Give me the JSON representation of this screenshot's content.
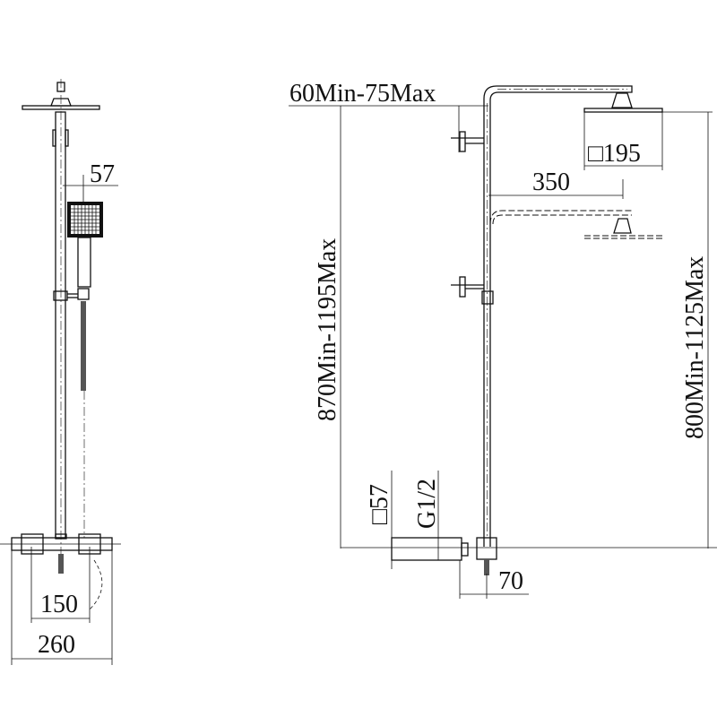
{
  "side_view": {
    "handshower_offset": "57",
    "bracket_spacing": "150",
    "overall_width": "260"
  },
  "front_view": {
    "arm_wall_gap": "60Min-75Max",
    "total_height": "870Min-1195Max",
    "head_size": "□195",
    "arm_reach": "350",
    "head_height": "800Min-1125Max",
    "valve_size": "□57",
    "inlet_thread": "G1/2",
    "valve_depth": "70"
  }
}
